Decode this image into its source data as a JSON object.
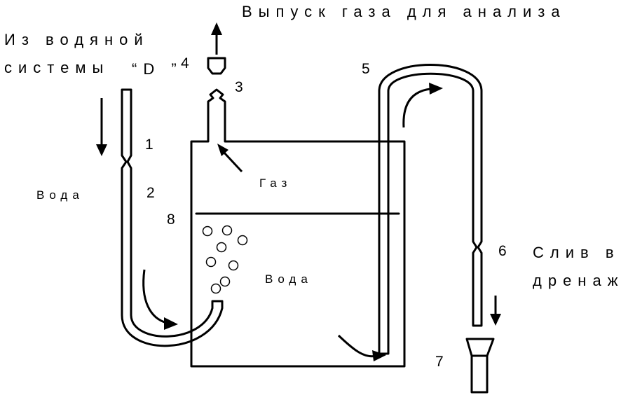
{
  "labels": {
    "gas_outlet": "Выпуск газа для анализа",
    "source_line1": "Из водяной",
    "source_line2": "системы",
    "source_id": "“D ”",
    "water_inlet": "Вода",
    "gas_in_vessel": "Газ",
    "water_in_vessel": "Вода",
    "drain_line1": "Слив в",
    "drain_line2": "дренаж"
  },
  "numbers": {
    "n1": "1",
    "n2": "2",
    "n3": "3",
    "n4": "4",
    "n5": "5",
    "n6": "6",
    "n7": "7",
    "n8": "8"
  }
}
